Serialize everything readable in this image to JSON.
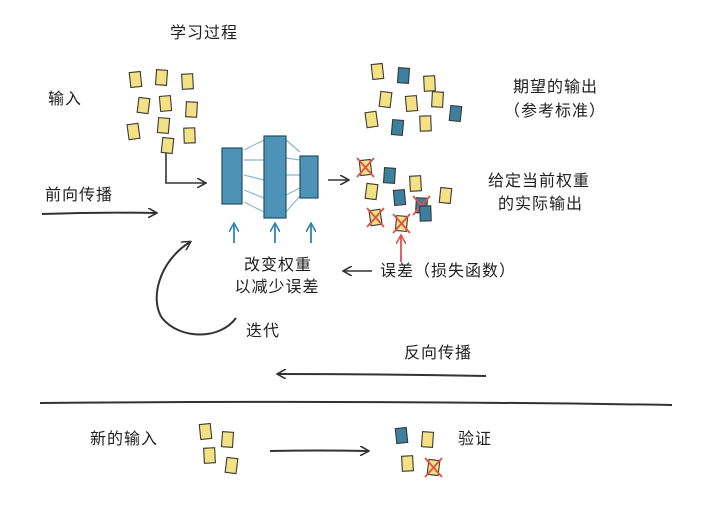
{
  "labels": {
    "title": "学习过程",
    "input": "输入",
    "forward": "前向传播",
    "expected_line1": "期望的输出",
    "expected_line2": "（参考标准）",
    "actual_line1": "给定当前权重",
    "actual_line2": "的实际输出",
    "adjust_line1": "改变权重",
    "adjust_line2": "以减少误差",
    "error": "误差（损失函数）",
    "iterate": "迭代",
    "backward": "反向传播",
    "new_input": "新的输入",
    "validate": "验证"
  },
  "colors": {
    "yellow_note": "#f3e183",
    "blue_note": "#3d7f9e",
    "layer_blue": "#4d93b8",
    "arrow_blue": "#2f86b0",
    "error_red": "#e0504a",
    "ink": "#333333"
  },
  "notes": {
    "input": [
      "yellow",
      "yellow",
      "yellow",
      "yellow",
      "yellow",
      "yellow",
      "yellow",
      "yellow",
      "yellow",
      "yellow"
    ],
    "expected": [
      "yellow",
      "blue",
      "yellow",
      "yellow",
      "yellow",
      "yellow",
      "yellow",
      "blue",
      "yellow",
      "blue"
    ],
    "actual": [
      "yellow-crossed",
      "blue",
      "yellow",
      "yellow",
      "blue",
      "blue-crossed",
      "yellow-crossed",
      "yellow-crossed",
      "blue",
      "yellow"
    ],
    "new_input": [
      "yellow",
      "yellow",
      "yellow",
      "yellow"
    ],
    "validate": [
      "blue",
      "yellow",
      "yellow",
      "yellow-crossed"
    ]
  }
}
